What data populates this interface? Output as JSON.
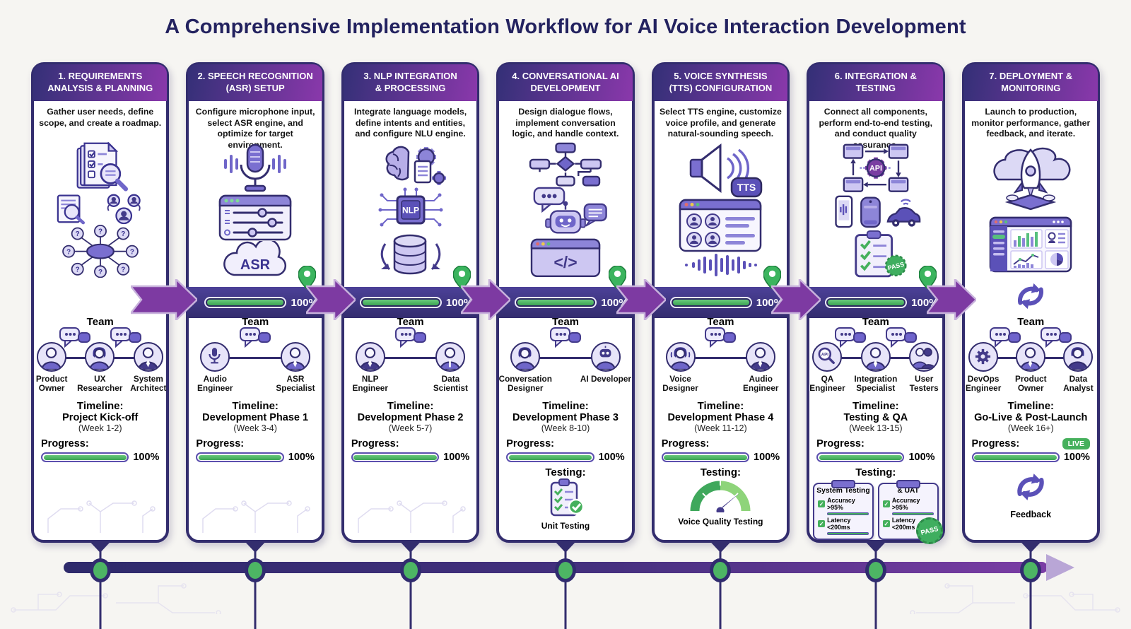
{
  "title": "A Comprehensive Implementation Workflow for AI Voice Interaction Development",
  "band": {
    "progress_text": "100%"
  },
  "icon_labels": {
    "asr": "ASR",
    "nlp": "NLP",
    "tts": "TTS",
    "api": "API",
    "pass": "PASS",
    "live": "LIVE",
    "code": "</>",
    "question": "?",
    "check": "✓"
  },
  "labels": {
    "team": "Team",
    "timeline": "Timeline:",
    "progress": "Progress:",
    "testing": "Testing:"
  },
  "colors": {
    "header_gradient_start": "#343077",
    "header_gradient_end": "#8a38ab",
    "card_border": "#332d6e",
    "progress_green": "#45b05c",
    "band_indigo": "#3b3380",
    "arrow_purple": "#7d3aa2",
    "pin_green": "#3bb45e",
    "timeline_bar_start": "#2e2a6b",
    "timeline_bar_end": "#7b3da5"
  },
  "stages": [
    {
      "header1": "1. REQUIREMENTS",
      "header2": "ANALYSIS & PLANNING",
      "description": "Gather user needs, define scope, and create a roadmap.",
      "team": [
        "Product Owner",
        "UX Researcher",
        "System Architect"
      ],
      "timeline_phase": "Project Kick-off",
      "timeline_weeks": "(Week 1-2)",
      "progress_value": "100%",
      "progress_percent": 100
    },
    {
      "header1": "2. SPEECH RECOGNITION",
      "header2": "(ASR) SETUP",
      "description": "Configure microphone input, select ASR engine, and optimize for target environment.",
      "team": [
        "Audio Engineer",
        "ASR Specialist"
      ],
      "timeline_phase": "Development Phase 1",
      "timeline_weeks": "(Week 3-4)",
      "progress_value": "100%",
      "progress_percent": 100
    },
    {
      "header1": "3. NLP INTEGRATION",
      "header2": "& PROCESSING",
      "description": "Integrate language models, define intents and entities, and configure NLU engine.",
      "team": [
        "NLP Engineer",
        "Data Scientist"
      ],
      "timeline_phase": "Development Phase 2",
      "timeline_weeks": "(Week 5-7)",
      "progress_value": "100%",
      "progress_percent": 100
    },
    {
      "header1": "4. CONVERSATIONAL AI",
      "header2": "DEVELOPMENT",
      "description": "Design dialogue flows, implement conversation logic, and handle context.",
      "team": [
        "Conversation Designer",
        "AI Developer"
      ],
      "timeline_phase": "Development Phase 3",
      "timeline_weeks": "(Week 8-10)",
      "progress_value": "100%",
      "progress_percent": 100,
      "testing_name": "Unit Testing"
    },
    {
      "header1": "5. VOICE SYNTHESIS",
      "header2": "(TTS) CONFIGURATION",
      "description": "Select TTS engine, customize voice profile, and generate natural-sounding speech.",
      "team": [
        "Voice Designer",
        "Audio Engineer"
      ],
      "timeline_phase": "Development Phase 4",
      "timeline_weeks": "(Week 11-12)",
      "progress_value": "100%",
      "progress_percent": 100,
      "testing_name": "Voice Quality Testing"
    },
    {
      "header1": "6. INTEGRATION &",
      "header2": "TESTING",
      "description": "Connect all components, perform end-to-end testing, and conduct quality assurance.",
      "team": [
        "QA Engineer",
        "Integration Specialist",
        "User Testers"
      ],
      "timeline_phase": "Testing & QA",
      "timeline_weeks": "(Week 13-15)",
      "progress_value": "100%",
      "progress_percent": 100,
      "testing_cards": [
        {
          "title": "System Testing",
          "metric1": "Accuracy >95%",
          "metric2": "Latency <200ms"
        },
        {
          "title": "& UAT",
          "metric1": "Accuracy >95%",
          "metric2": "Latency <200ms"
        }
      ]
    },
    {
      "header1": "7. DEPLOYMENT &",
      "header2": "MONITORING",
      "description": "Launch to production, monitor performance, gather feedback, and iterate.",
      "team": [
        "DevOps Engineer",
        "Product Owner",
        "Data Analyst"
      ],
      "timeline_phase": "Go-Live & Post-Launch",
      "timeline_weeks": "(Week 16+)",
      "progress_value": "100%",
      "progress_percent": 100,
      "feedback_label": "Feedback"
    }
  ]
}
